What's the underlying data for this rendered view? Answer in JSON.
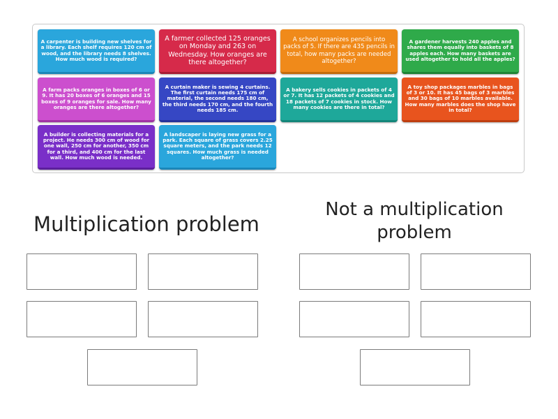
{
  "cards": [
    {
      "text": "A carpenter is building new shelves for a library. Each shelf requires 120 cm of wood, and the library needs 8 shelves. How much wood is required?",
      "color": "#2aa6dc"
    },
    {
      "text": "A farmer collected 125 oranges on Monday and 263 on Wednesday. How oranges are there altogether?",
      "color": "#d62a4a"
    },
    {
      "text": "A school organizes pencils into packs of 5. If there are 435 pencils in total, how many packs are needed altogether?",
      "color": "#f08a1a"
    },
    {
      "text": "A gardener harvests 240 apples and shares them equally into baskets of 8 apples each. How many baskets are used altogether to hold all the apples?",
      "color": "#2faa4a"
    },
    {
      "text": "A farm packs oranges in boxes of 6 or 9. It has 20 boxes of 6 oranges and 15 boxes of 9 oranges for sale. How many oranges are there altogether?",
      "color": "#cc4fce"
    },
    {
      "text": "A curtain maker is sewing 4 curtains. The first curtain needs 175 cm of material, the second needs 180 cm, the third needs 170 cm, and the fourth needs 185 cm.",
      "color": "#3647c4"
    },
    {
      "text": "A bakery sells cookies in packets of 4 or 7. It has 12 packets of 4 cookies and 18 packets of 7 cookies in stock. How many cookies are there in total?",
      "color": "#1ea89a"
    },
    {
      "text": "A toy shop packages marbles in bags of 3 or 10. It has 45 bags of 3 marbles and 30 bags of 10 marbles available. How many marbles does the shop have in total?",
      "color": "#e8541e"
    },
    {
      "text": "A builder is collecting materials for a project. He needs 300 cm of wood for one wall, 250 cm for another, 350 cm for a third, and 400 cm for the last wall. How much wood is needed.",
      "color": "#7a2fc8"
    },
    {
      "text": "A landscaper is laying new grass for a park. Each square of grass covers 2.25 square meters, and the park needs 12 squares. How much grass is needed altogether?",
      "color": "#2aa6dc"
    }
  ],
  "groups": [
    {
      "title": "Multiplication problem"
    },
    {
      "title": "Not a multiplication problem"
    }
  ]
}
